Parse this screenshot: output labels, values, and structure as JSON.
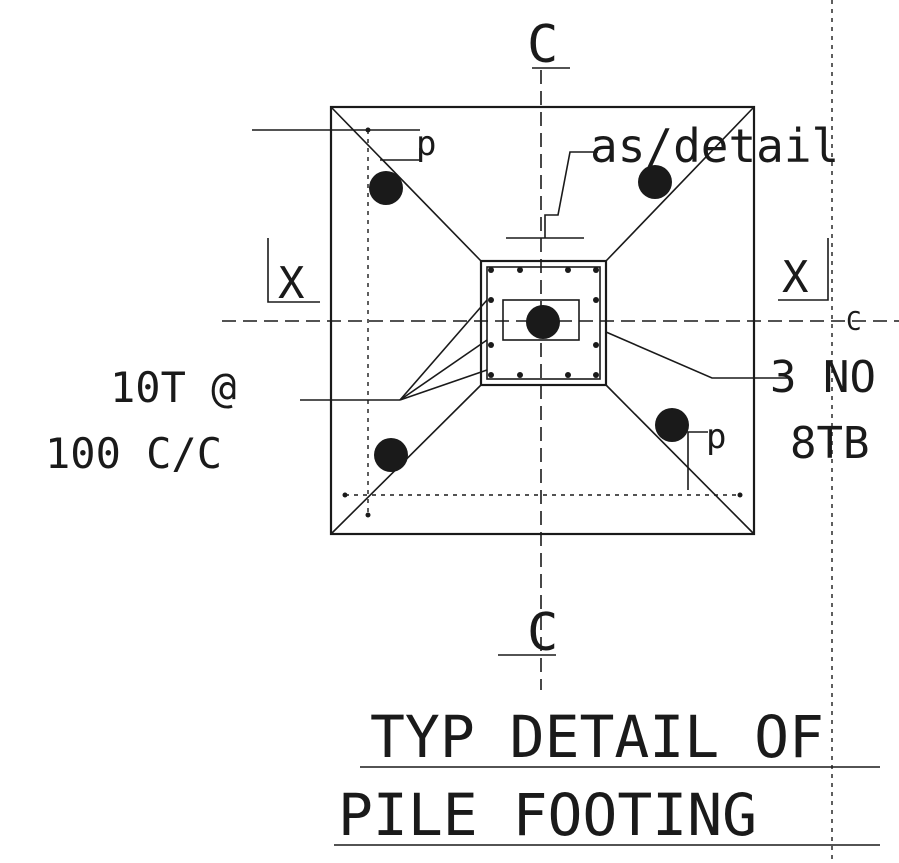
{
  "labels": {
    "centerline_top": "C",
    "centerline_bottom": "C",
    "centerline_right": "C",
    "section_left": "X",
    "section_right": "X",
    "dim_p_top": "p",
    "dim_p_bottom": "p",
    "as_detail": "as/detail",
    "rebar_spec_line1": "10T @",
    "rebar_spec_line2": "100 C/C",
    "column_bar_line1": "3 NO",
    "column_bar_line2": "8TB"
  },
  "title": {
    "line1": "TYP DETAIL OF",
    "line2": "PILE   FOOTING"
  },
  "colors": {
    "ink": "#1a1a1a",
    "paper": "#ffffff"
  }
}
